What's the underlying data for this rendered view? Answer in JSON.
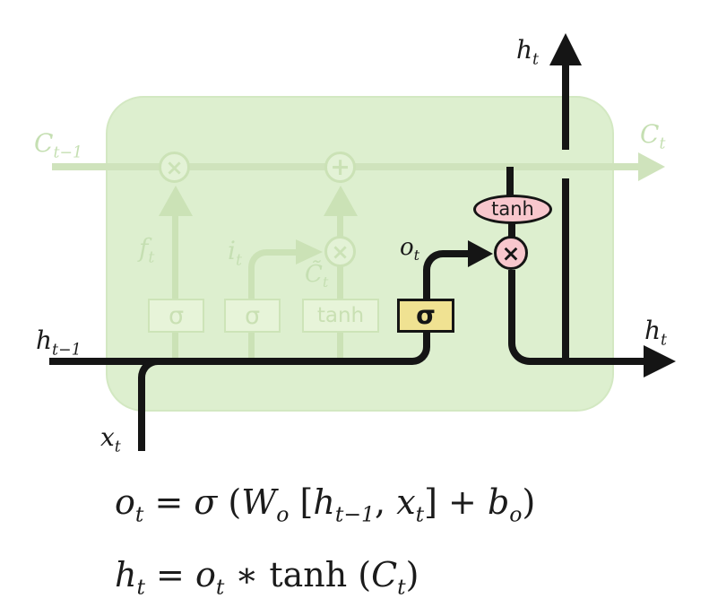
{
  "diagram": {
    "title_semantic": "LSTM output gate diagram",
    "colors": {
      "cell_fill": "#ddefcf",
      "faded_stroke": "#cbe2b6",
      "faded_text": "#c5dfb2",
      "ink": "#151515",
      "gate_yellow": "#f0e292",
      "node_pink": "#f8c7cd",
      "background": "#ffffff"
    },
    "labels": {
      "c_prev": [
        {
          "t": "C",
          "i": 1,
          "s": "t−1"
        }
      ],
      "c_out": [
        {
          "t": "C",
          "i": 1,
          "s": "t"
        }
      ],
      "h_prev": [
        {
          "t": "h",
          "i": 1,
          "s": "t−1"
        }
      ],
      "h_top": [
        {
          "t": "h",
          "i": 1,
          "s": "t"
        }
      ],
      "h_right": [
        {
          "t": "h",
          "i": 1,
          "s": "t"
        }
      ],
      "x_in": [
        {
          "t": "x",
          "i": 1,
          "s": "t"
        }
      ],
      "f_gate": [
        {
          "t": "f",
          "i": 1,
          "s": "t"
        }
      ],
      "i_gate": [
        {
          "t": "i",
          "i": 1,
          "s": "t"
        }
      ],
      "c_tilde": [
        {
          "t": "C̃",
          "i": 1,
          "s": "t"
        }
      ],
      "o_gate": [
        {
          "t": "o",
          "i": 1,
          "s": "t"
        }
      ]
    },
    "nodes": {
      "forget_sigma": "σ",
      "input_sigma": "σ",
      "candidate_tanh": "tanh",
      "output_sigma": "σ",
      "output_tanh": "tanh",
      "multiply_glyph": "×",
      "plus_glyph": "+"
    }
  },
  "equations": {
    "output_gate": [
      {
        "t": "o",
        "i": 1,
        "s": "t"
      },
      {
        "t": " = "
      },
      {
        "t": "σ",
        "i": 1
      },
      {
        "t": " ("
      },
      {
        "t": "W",
        "i": 1,
        "s": "o"
      },
      {
        "t": " ["
      },
      {
        "t": "h",
        "i": 1,
        "s": "t−1"
      },
      {
        "t": ", "
      },
      {
        "t": "x",
        "i": 1,
        "s": "t"
      },
      {
        "t": "]  +  "
      },
      {
        "t": "b",
        "i": 1,
        "s": "o"
      },
      {
        "t": ")"
      }
    ],
    "hidden_state": [
      {
        "t": "h",
        "i": 1,
        "s": "t"
      },
      {
        "t": " = "
      },
      {
        "t": "o",
        "i": 1,
        "s": "t"
      },
      {
        "t": " ∗ "
      },
      {
        "t": "tanh"
      },
      {
        "t": " ("
      },
      {
        "t": "C",
        "i": 1,
        "s": "t"
      },
      {
        "t": ")"
      }
    ]
  }
}
